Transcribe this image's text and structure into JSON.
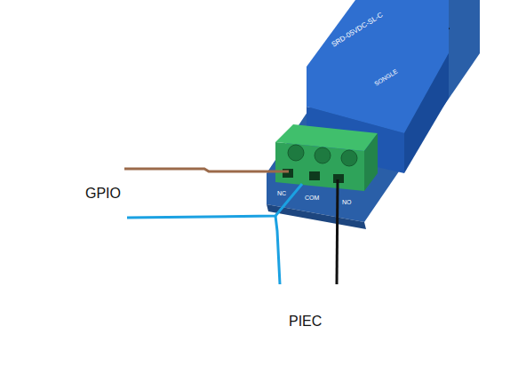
{
  "diagram": {
    "labels": [
      "GPIO",
      "PIEC",
      "NC",
      "COM",
      "NO",
      "SRD-05VDC-SL-C",
      "SONGLE"
    ]
  }
}
